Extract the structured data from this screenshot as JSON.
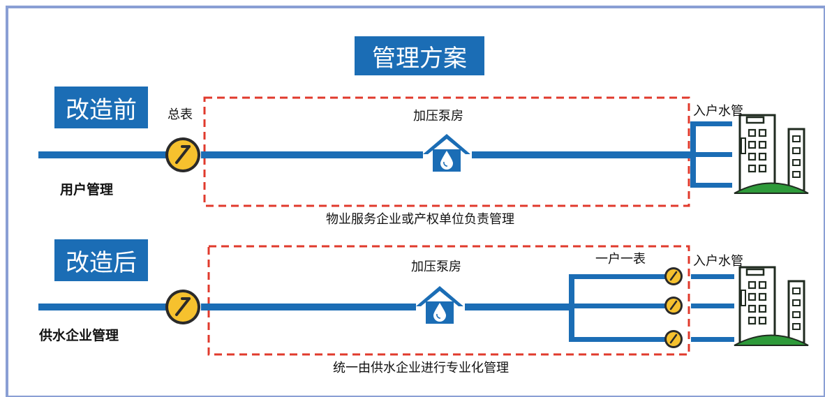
{
  "title": "管理方案",
  "before": {
    "label": "改造前",
    "meter_label": "总表",
    "pump_label": "加压泵房",
    "pipe_label": "入户水管",
    "management": "用户管理",
    "caption": "物业服务企业或产权单位负责管理"
  },
  "after": {
    "label": "改造后",
    "pump_label": "加压泵房",
    "household_meter_label": "一户一表",
    "pipe_label": "入户水管",
    "management": "供水企业管理",
    "caption": "统一由供水企业进行专业化管理"
  },
  "colors": {
    "pipe": "#1b6db5",
    "label_bg": "#1b6db5",
    "dashed_border": "#e03a2c",
    "meter_fill": "#f6c12e",
    "frame_border": "#8a9fd4",
    "ground": "#2e9a3a"
  },
  "icons": [
    "water-meter-icon",
    "pump-house-icon",
    "building-icon"
  ]
}
